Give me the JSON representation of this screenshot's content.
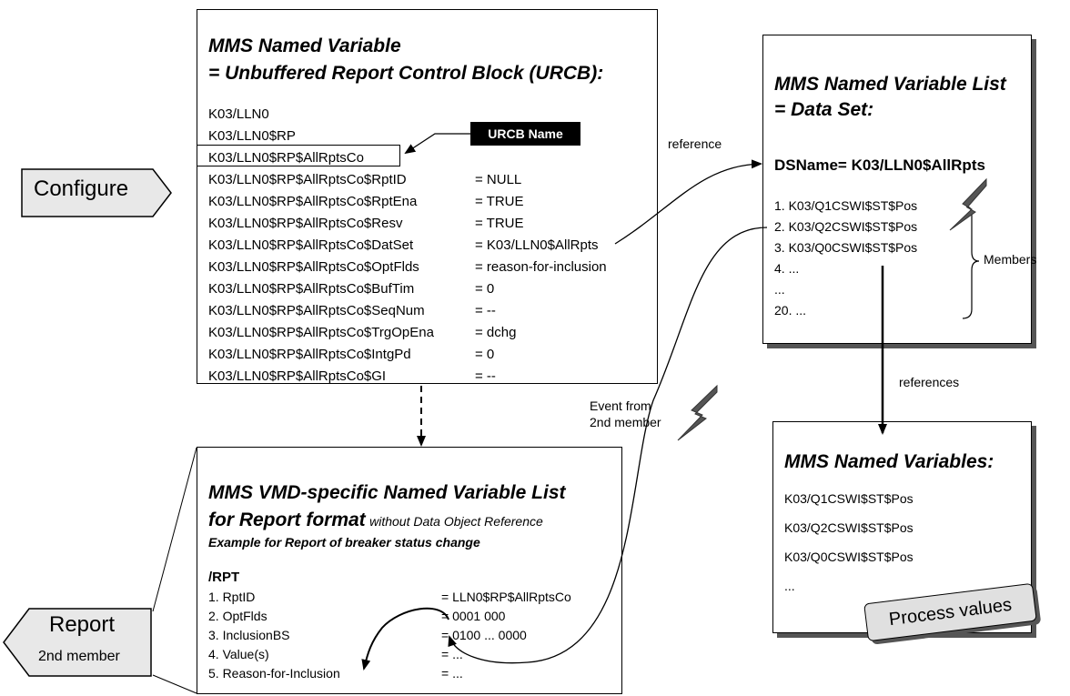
{
  "urcb": {
    "title_line1": "MMS Named Variable",
    "title_line2": "= Unbuffered Report Control Block (URCB):",
    "header_lines": [
      "K03/LLN0",
      "K03/LLN0$RP",
      "K03/LLN0$RP$AllRptsCo"
    ],
    "attributes": [
      {
        "name": "K03/LLN0$RP$AllRptsCo$RptID",
        "value": "= NULL"
      },
      {
        "name": "K03/LLN0$RP$AllRptsCo$RptEna",
        "value": "= TRUE"
      },
      {
        "name": "K03/LLN0$RP$AllRptsCo$Resv",
        "value": "= TRUE"
      },
      {
        "name": "K03/LLN0$RP$AllRptsCo$DatSet",
        "value": "= K03/LLN0$AllRpts"
      },
      {
        "name": "K03/LLN0$RP$AllRptsCo$OptFlds",
        "value": "= reason-for-inclusion"
      },
      {
        "name": "K03/LLN0$RP$AllRptsCo$BufTim",
        "value": "= 0"
      },
      {
        "name": "K03/LLN0$RP$AllRptsCo$SeqNum",
        "value": "= --"
      },
      {
        "name": "K03/LLN0$RP$AllRptsCo$TrgOpEna",
        "value": "= dchg"
      },
      {
        "name": "K03/LLN0$RP$AllRptsCo$IntgPd",
        "value": "= 0"
      },
      {
        "name": "K03/LLN0$RP$AllRptsCo$GI",
        "value": "= --"
      }
    ],
    "name_tag": "URCB Name"
  },
  "configure_label": "Configure",
  "report_label": {
    "main": "Report",
    "sub": "2nd member"
  },
  "reference_label": "reference",
  "references_label": "references",
  "event_label": {
    "line1": "Event from",
    "line2": "2nd member"
  },
  "dataset": {
    "title_line1": "MMS Named Variable List",
    "title_line2": "= Data Set:",
    "dsname": "DSName= K03/LLN0$AllRpts",
    "members": [
      "1. K03/Q1CSWI$ST$Pos",
      "2. K03/Q2CSWI$ST$Pos",
      "3. K03/Q0CSWI$ST$Pos",
      "4. ...",
      "...",
      "20. ..."
    ],
    "members_label": "Members"
  },
  "variables": {
    "title": "MMS Named Variables:",
    "items": [
      "K03/Q1CSWI$ST$Pos",
      "K03/Q2CSWI$ST$Pos",
      "K03/Q0CSWI$ST$Pos",
      "..."
    ],
    "process_tag": "Process values"
  },
  "report_format": {
    "title_line1": "MMS VMD-specific Named Variable List",
    "title_line2_bold": "for Report format",
    "title_line2_rest": "without Data Object Reference",
    "subtitle": "Example for Report of breaker status change",
    "section": "/RPT",
    "rows": [
      {
        "name": "1. RptID",
        "value": "= LLN0$RP$AllRptsCo"
      },
      {
        "name": "2. OptFlds",
        "value": "= 0001 000"
      },
      {
        "name": "3. InclusionBS",
        "value": "= 0100 ... 0000"
      },
      {
        "name": "4. Value(s)",
        "value": "= ..."
      },
      {
        "name": "5. Reason-for-Inclusion",
        "value": "= ..."
      }
    ]
  }
}
